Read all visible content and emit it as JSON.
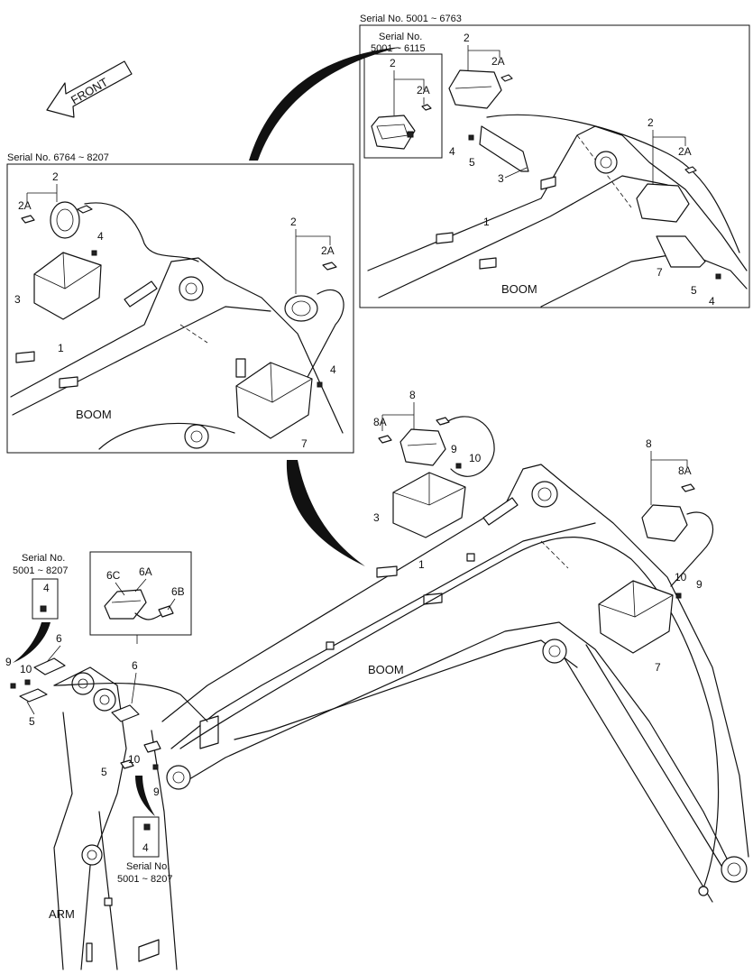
{
  "front_arrow": {
    "label": "FRONT"
  },
  "boom_label": "BOOM",
  "arm_label": "ARM",
  "panel_right": {
    "serial": "Serial No.  5001 ~ 6763",
    "inset_serial_line1": "Serial No.",
    "inset_serial_line2": "5001 ~ 6115",
    "inset_callouts": [
      "2",
      "2A"
    ],
    "callouts": [
      "2",
      "2A",
      "4",
      "5",
      "3",
      "1",
      "2",
      "2A",
      "7",
      "5",
      "4"
    ],
    "boom": "BOOM"
  },
  "panel_left": {
    "serial": "Serial No.  6764 ~ 8207",
    "callouts": [
      "2",
      "2A",
      "4",
      "3",
      "2",
      "2A",
      "1",
      "4",
      "7"
    ],
    "boom": "BOOM"
  },
  "main": {
    "callouts_top": [
      "8",
      "8A",
      "9",
      "10",
      "3",
      "8",
      "8A",
      "1",
      "10",
      "9",
      "7"
    ],
    "callouts_bottom": [
      "6C",
      "6A",
      "6B",
      "6",
      "6",
      "9",
      "10",
      "5",
      "5",
      "10",
      "9"
    ]
  },
  "serial_box_left": {
    "line1": "Serial No.",
    "line2": "5001 ~ 8207",
    "callout": "4"
  },
  "serial_box_bottom": {
    "line1": "Serial No.",
    "line2": "5001 ~ 8207",
    "callout": "4"
  }
}
